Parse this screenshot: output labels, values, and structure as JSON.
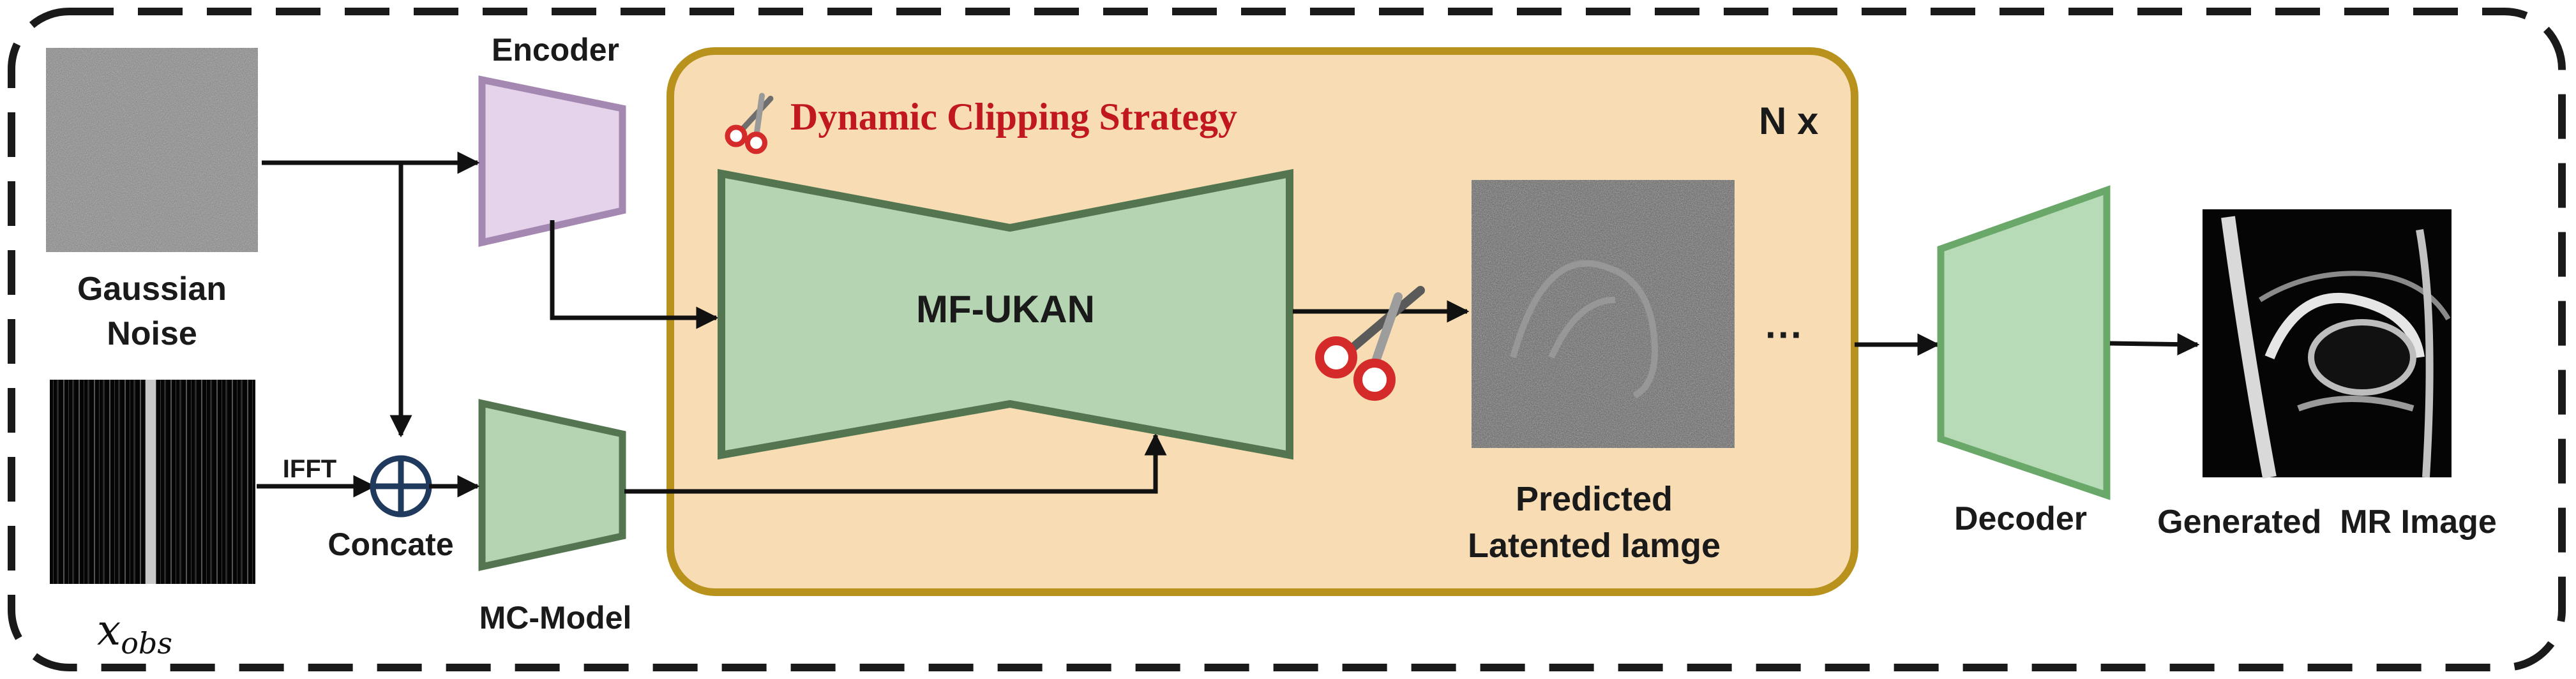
{
  "labels": {
    "encoder": "Encoder",
    "gaussian_noise_line1": "Gaussian",
    "gaussian_noise_line2": "Noise",
    "ifft": "IFFT",
    "concate": "Concate",
    "mc_model": "MC-Model",
    "x_obs_base": "x",
    "x_obs_sub": "obs",
    "dynamic_clipping": "Dynamic Clipping Strategy",
    "n_x": "N x",
    "mf_ukan": "MF-UKAN",
    "predicted_line1": "Predicted",
    "predicted_line2": "Latented Iamge",
    "ellipsis": "···",
    "decoder": "Decoder",
    "generated": "Generated  MR Image"
  },
  "colors": {
    "outer_border": "#1a1a1a",
    "panel_fill": "#f8ddb4",
    "panel_border": "#b8921c",
    "encoder_fill": "#e4d3ea",
    "encoder_border": "#a488b2",
    "green_fill": "#b5d4b2",
    "green_border": "#537650",
    "decoder_fill": "#b8dbb7",
    "decoder_border": "#6aa86a",
    "red_text": "#c0181e",
    "arrow": "#111111",
    "concat_ring": "#1f3a5c"
  },
  "icons": [
    "scissors-icon",
    "concat-plus-icon"
  ]
}
